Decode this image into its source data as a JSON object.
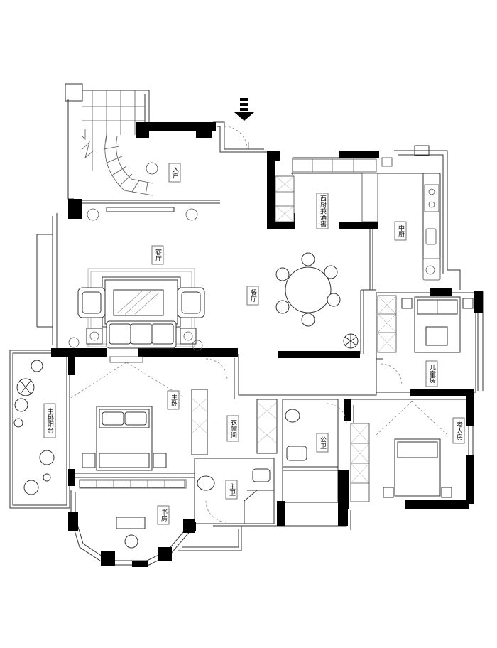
{
  "rooms": {
    "entry": "入户",
    "living": "客厅",
    "dining": "餐厅",
    "western_kitchen": "西厨兼酒窖",
    "chinese_kitchen": "中厨",
    "children_room": "儿童房",
    "master_bedroom": "主卧",
    "walk_in_closet": "衣帽间",
    "public_bath": "公卫",
    "elder_room": "老人房",
    "master_bath": "主卫",
    "study": "书房",
    "balcony": "主卧阳台"
  },
  "icons": {
    "entry_arrow": "entry-arrow-icon",
    "stair_arrow": "stair-arrow-icon"
  },
  "colors": {
    "wall": "#000000",
    "line": "#333333",
    "background": "#ffffff"
  }
}
